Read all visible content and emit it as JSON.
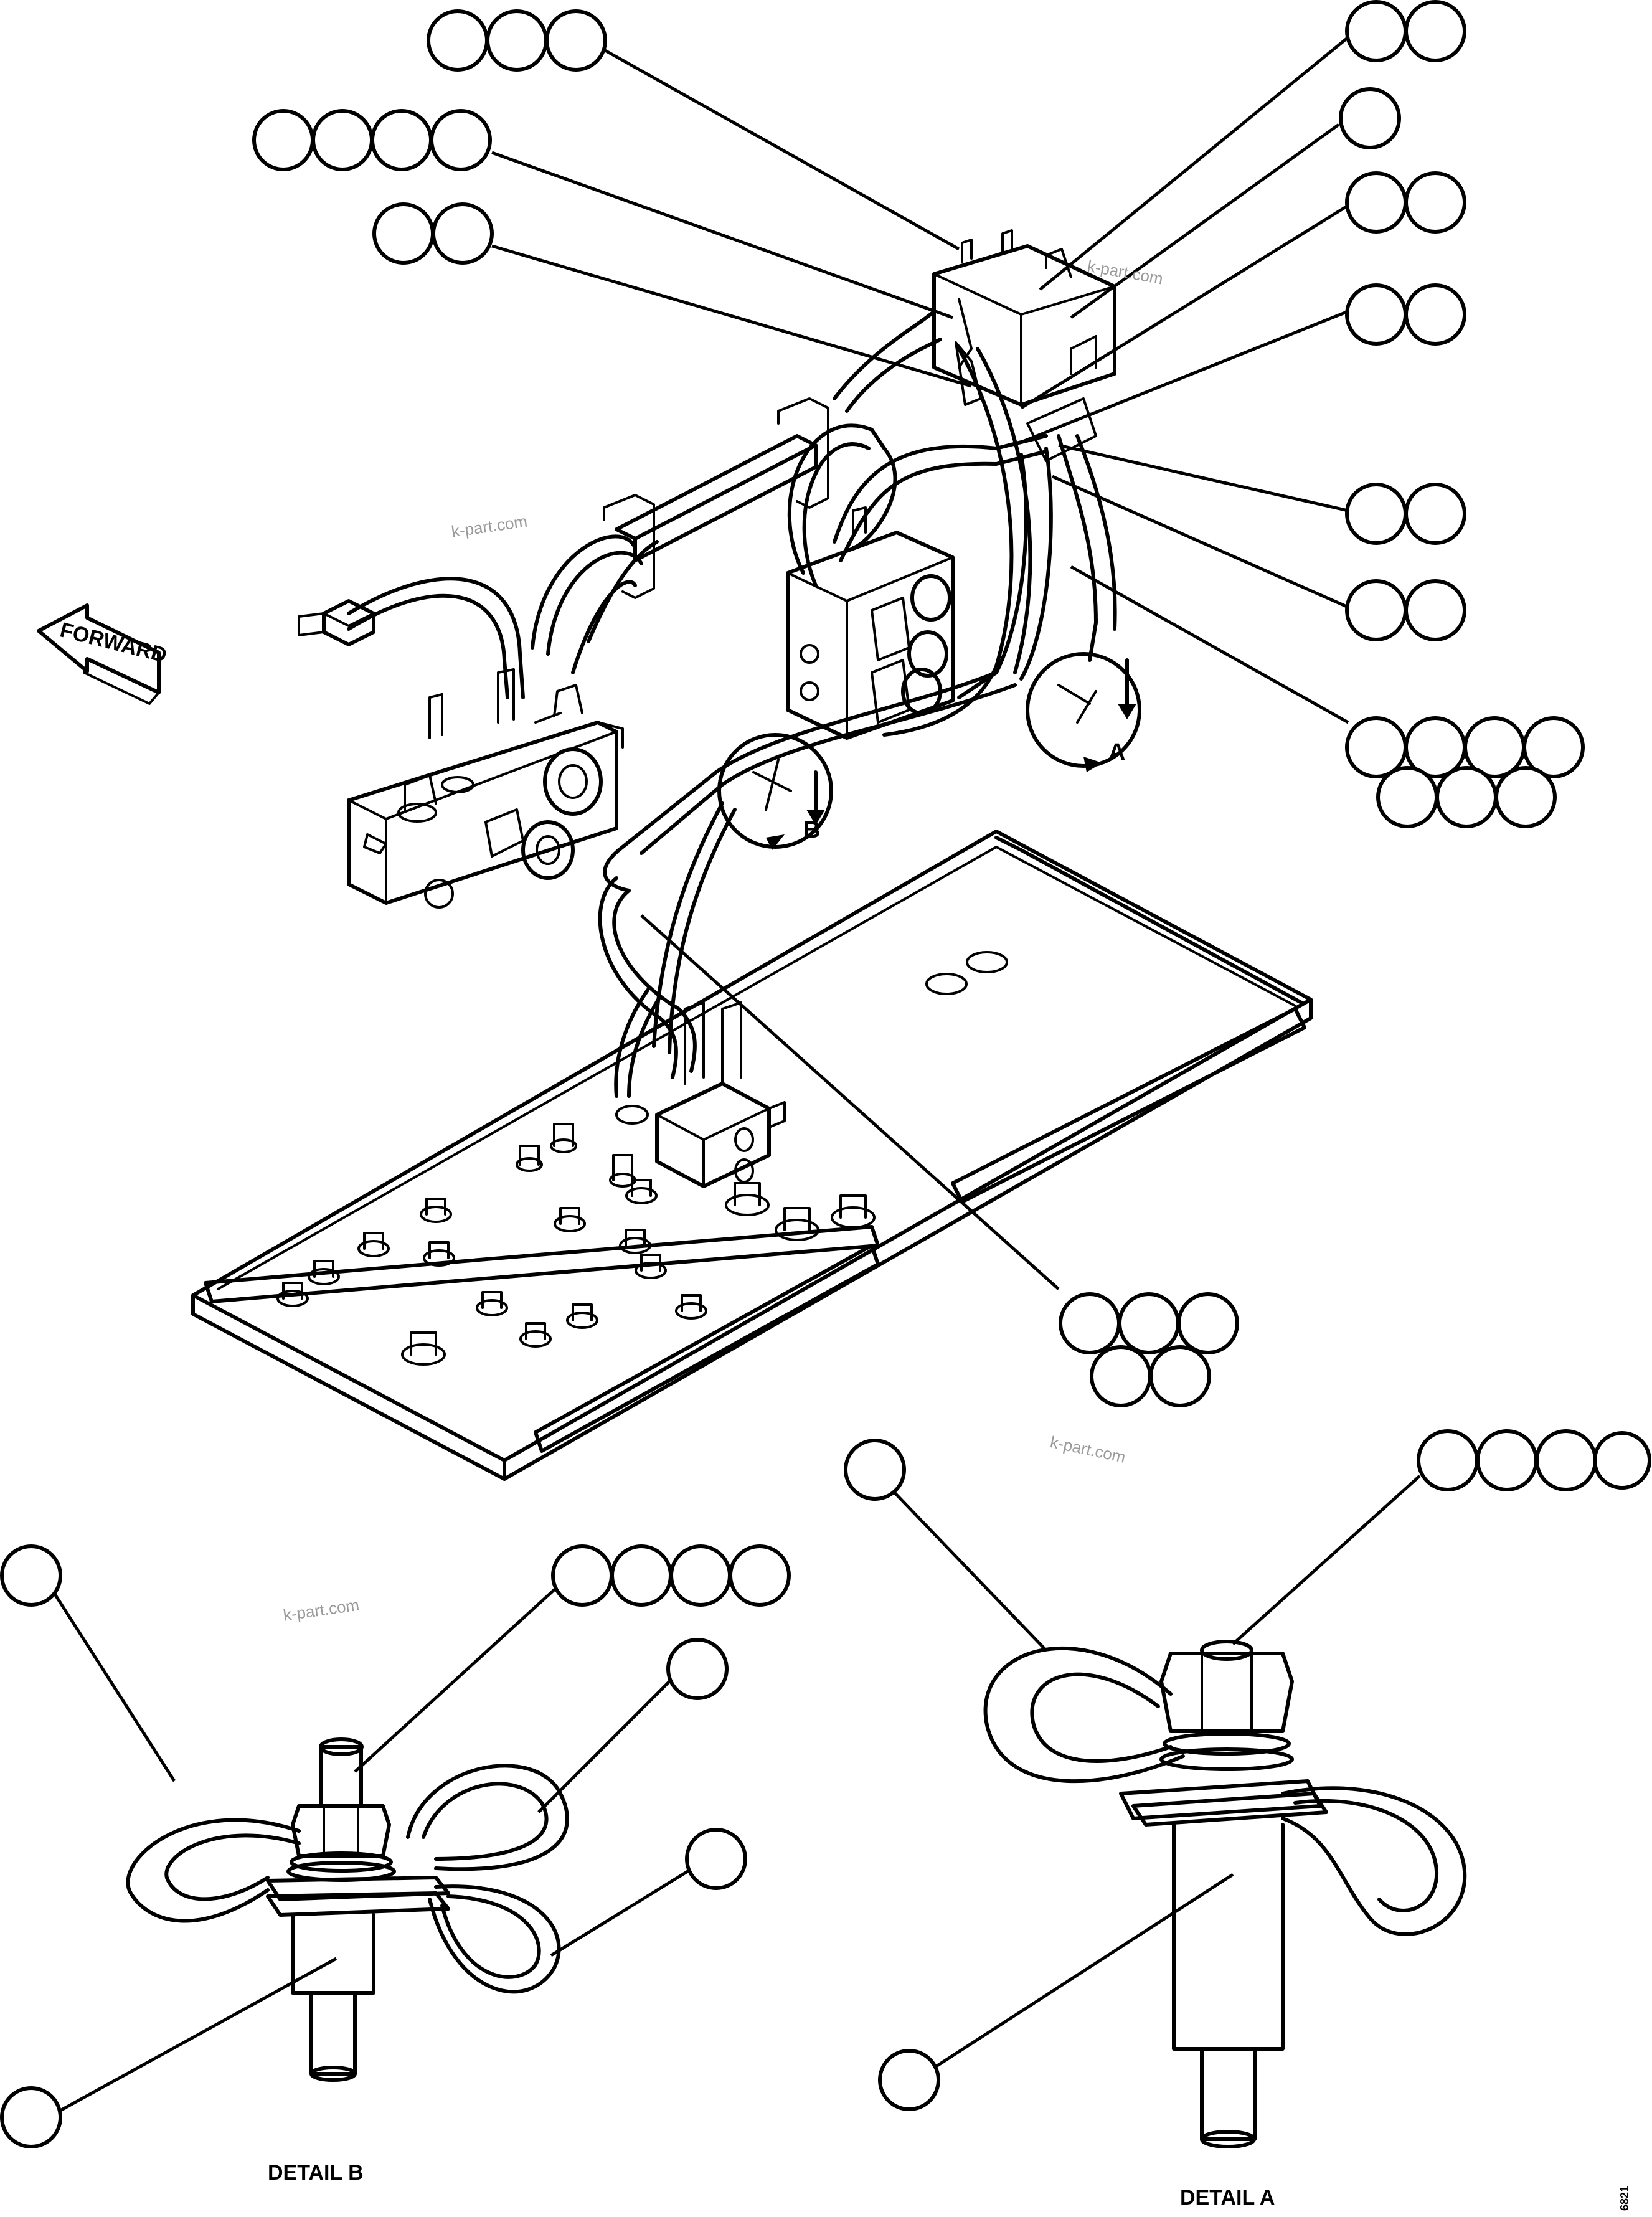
{
  "labels": {
    "forward": "FORWARD",
    "detail_a_tag": "A",
    "detail_b_tag": "B",
    "detail_a_caption": "DETAIL A",
    "detail_b_caption": "DETAIL B",
    "corner_code": "6821"
  },
  "watermarks": [
    "k-part.com",
    "k-part.com",
    "k-part.com",
    "k-part.com"
  ],
  "colors": {
    "ink": "#000000",
    "paper": "#ffffff",
    "watermark": "#9a9a9a"
  }
}
